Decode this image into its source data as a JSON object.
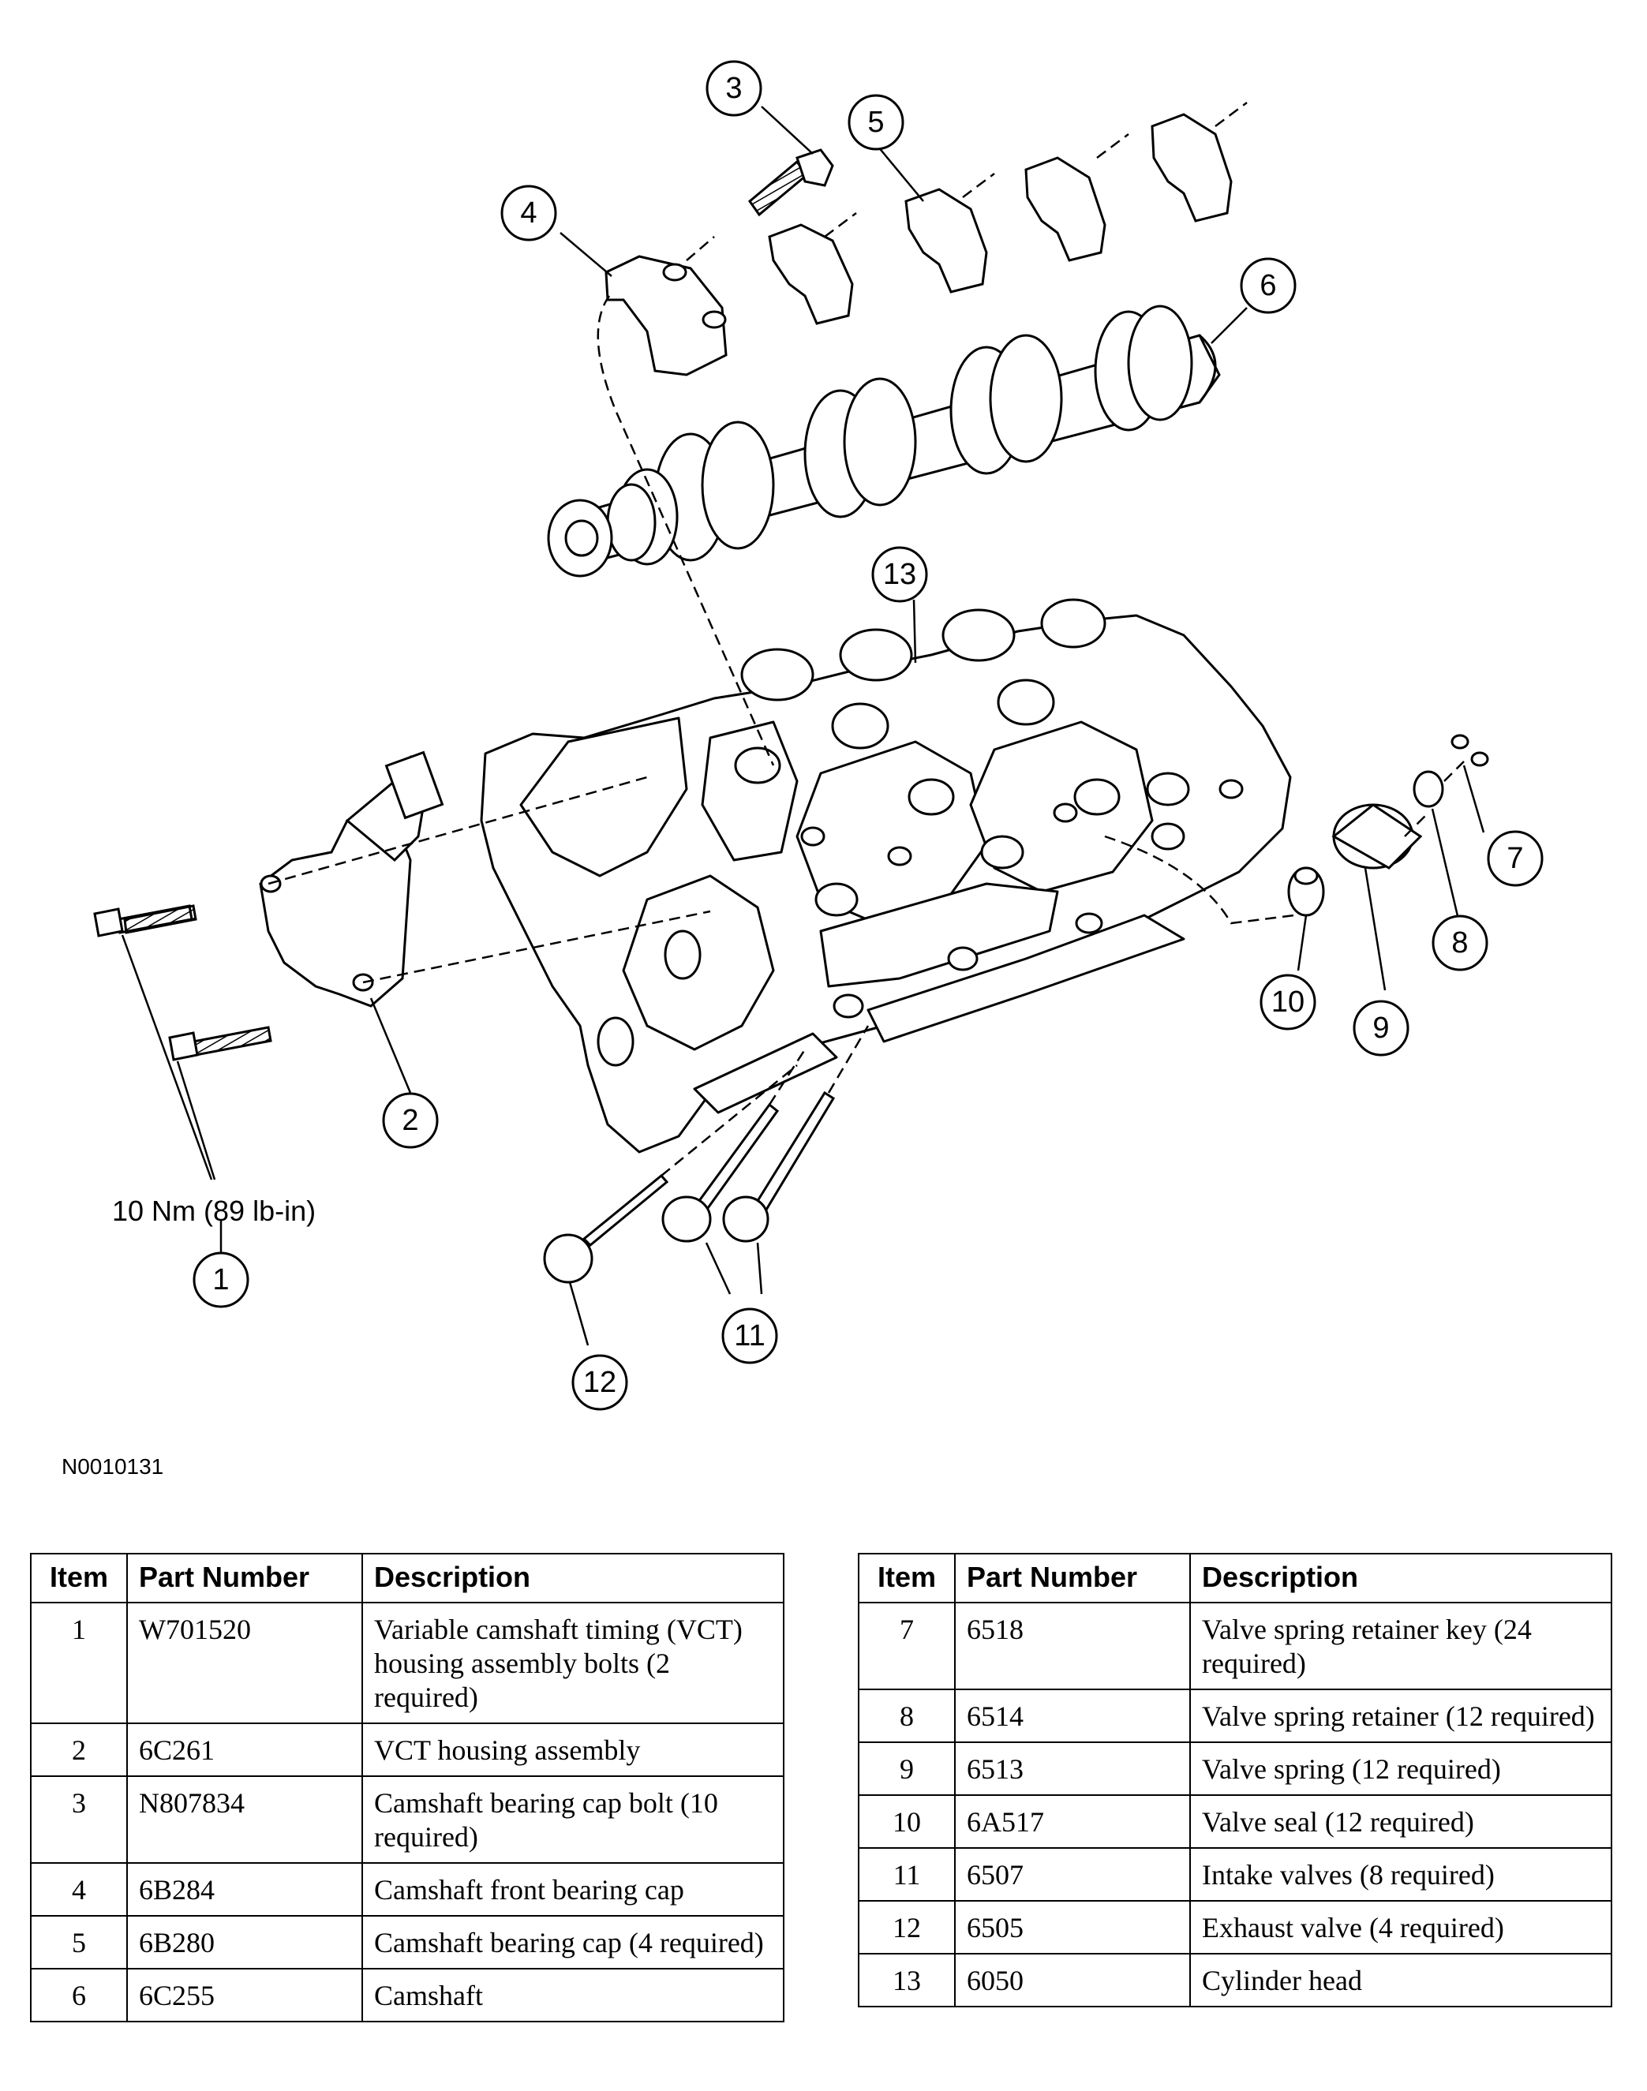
{
  "diagram": {
    "callouts": [
      {
        "id": "1",
        "label": "1"
      },
      {
        "id": "2",
        "label": "2"
      },
      {
        "id": "3",
        "label": "3"
      },
      {
        "id": "4",
        "label": "4"
      },
      {
        "id": "5",
        "label": "5"
      },
      {
        "id": "6",
        "label": "6"
      },
      {
        "id": "7",
        "label": "7"
      },
      {
        "id": "8",
        "label": "8"
      },
      {
        "id": "9",
        "label": "9"
      },
      {
        "id": "10",
        "label": "10"
      },
      {
        "id": "11",
        "label": "11"
      },
      {
        "id": "12",
        "label": "12"
      },
      {
        "id": "13",
        "label": "13"
      }
    ],
    "torque_spec": "10 Nm (89 lb-in)",
    "figure_id": "N0010131"
  },
  "tables": {
    "headers": {
      "item": "Item",
      "part_number": "Part Number",
      "description": "Description"
    },
    "left_rows": [
      {
        "item": "1",
        "part_number": "W701520",
        "description": "Variable camshaft timing (VCT) housing assembly bolts (2 required)"
      },
      {
        "item": "2",
        "part_number": "6C261",
        "description": "VCT housing assembly"
      },
      {
        "item": "3",
        "part_number": "N807834",
        "description": "Camshaft bearing cap bolt (10 required)"
      },
      {
        "item": "4",
        "part_number": "6B284",
        "description": "Camshaft front bearing cap"
      },
      {
        "item": "5",
        "part_number": "6B280",
        "description": "Camshaft bearing cap (4 required)"
      },
      {
        "item": "6",
        "part_number": "6C255",
        "description": "Camshaft"
      }
    ],
    "right_rows": [
      {
        "item": "7",
        "part_number": "6518",
        "description": "Valve spring retainer key (24 required)"
      },
      {
        "item": "8",
        "part_number": "6514",
        "description": "Valve spring retainer (12 required)"
      },
      {
        "item": "9",
        "part_number": "6513",
        "description": "Valve spring (12 required)"
      },
      {
        "item": "10",
        "part_number": "6A517",
        "description": "Valve seal (12 required)"
      },
      {
        "item": "11",
        "part_number": "6507",
        "description": "Intake valves (8 required)"
      },
      {
        "item": "12",
        "part_number": "6505",
        "description": "Exhaust valve (4 required)"
      },
      {
        "item": "13",
        "part_number": "6050",
        "description": "Cylinder head"
      }
    ]
  }
}
